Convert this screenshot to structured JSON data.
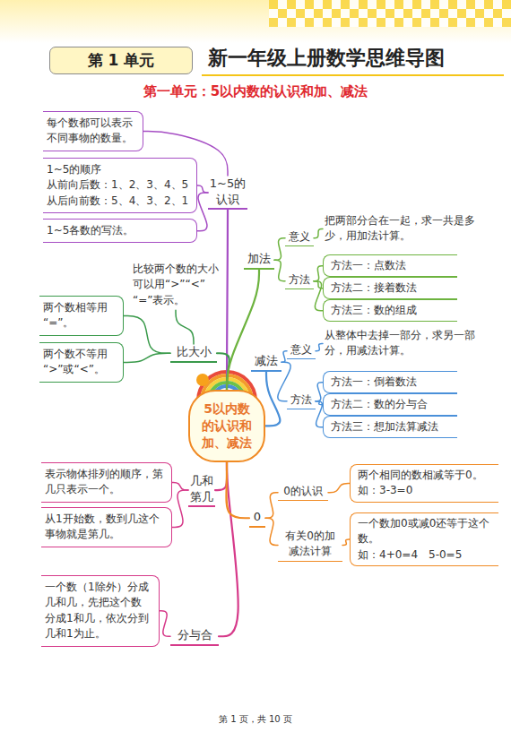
{
  "diagram": {
    "title": "新一年级上册数学思维导图",
    "nodes": [
      {
        "text": [
          "5以内数的认识和加、减法"
        ]
      },
      {
        "text": [
          "1~5的认识"
        ]
      },
      {
        "text": [
          "每个数都可以表示不同事物的数量。"
        ]
      },
      {
        "text": [
          "1~5的顺序",
          "从前向后数：1、2、3、4、5",
          "从后向前数：5、4、3、2、1"
        ]
      },
      {
        "text": [
          "1~5各数的写法。"
        ]
      },
      {
        "text": [
          "比大小"
        ]
      },
      {
        "text": [
          "比较两个数的大小可以用“>”“<”“=”表示。"
        ]
      },
      {
        "text": [
          "两个数相等用“=”。"
        ]
      },
      {
        "text": [
          "两个数不等用“>”或“<”。"
        ]
      },
      {
        "text": [
          "几和第几"
        ]
      },
      {
        "text": [
          "表示物体排列的顺序，第几只表示一个。"
        ]
      },
      {
        "text": [
          "从1开始数，数到几这个事物就是第几。"
        ]
      },
      {
        "text": [
          "分与合"
        ]
      },
      {
        "text": [
          "一个数（1除外）分成几和几，先把这个数分成1和几，依次分到几和1为止。"
        ]
      },
      {
        "text": [
          "加法"
        ]
      },
      {
        "text": [
          "意义"
        ]
      },
      {
        "text": [
          "把两部分合在一起，求一共是多少，用加法计算。"
        ]
      },
      {
        "text": [
          "方法"
        ]
      },
      {
        "text": [
          "方法一：点数法"
        ]
      },
      {
        "text": [
          "方法二：接着数法"
        ]
      },
      {
        "text": [
          "方法三：数的组成"
        ]
      },
      {
        "text": [
          "减法"
        ]
      },
      {
        "text": [
          "意义"
        ]
      },
      {
        "text": [
          "从整体中去掉一部分，求另一部分，用减法计算。"
        ]
      },
      {
        "text": [
          "方法"
        ]
      },
      {
        "text": [
          "方法一：倒着数法"
        ]
      },
      {
        "text": [
          "方法二：数的分与合"
        ]
      },
      {
        "text": [
          "方法三：想加法算减法"
        ]
      },
      {
        "text": [
          "0"
        ]
      },
      {
        "text": [
          "0的认识"
        ]
      },
      {
        "text": [
          "两个相同的数相减等于0。",
          "如：3-3=0"
        ]
      },
      {
        "text": [
          "有关0的加减法计算"
        ]
      },
      {
        "text": [
          "一个数加0或减0还等于这个数。",
          "如：4+0=4　5-0=5"
        ]
      }
    ],
    "edges": [
      {
        "from": 0,
        "to": 1,
        "arrow": "none"
      },
      {
        "from": 1,
        "to": 2,
        "arrow": "none"
      },
      {
        "from": 1,
        "to": 3,
        "arrow": "none"
      },
      {
        "from": 1,
        "to": 4,
        "arrow": "none"
      },
      {
        "from": 0,
        "to": 5,
        "arrow": "none"
      },
      {
        "from": 5,
        "to": 6,
        "arrow": "none"
      },
      {
        "from": 5,
        "to": 7,
        "arrow": "none"
      },
      {
        "from": 5,
        "to": 8,
        "arrow": "none"
      },
      {
        "from": 0,
        "to": 9,
        "arrow": "none"
      },
      {
        "from": 9,
        "to": 10,
        "arrow": "none"
      },
      {
        "from": 9,
        "to": 11,
        "arrow": "none"
      },
      {
        "from": 0,
        "to": 12,
        "arrow": "none"
      },
      {
        "from": 12,
        "to": 13,
        "arrow": "none"
      },
      {
        "from": 0,
        "to": 14,
        "arrow": "none"
      },
      {
        "from": 14,
        "to": 15,
        "arrow": "none"
      },
      {
        "from": 15,
        "to": 16,
        "arrow": "none"
      },
      {
        "from": 14,
        "to": 17,
        "arrow": "none"
      },
      {
        "from": 17,
        "to": 18,
        "arrow": "none"
      },
      {
        "from": 17,
        "to": 19,
        "arrow": "none"
      },
      {
        "from": 17,
        "to": 20,
        "arrow": "none"
      },
      {
        "from": 0,
        "to": 21,
        "arrow": "none"
      },
      {
        "from": 21,
        "to": 22,
        "arrow": "none"
      },
      {
        "from": 22,
        "to": 23,
        "arrow": "none"
      },
      {
        "from": 21,
        "to": 24,
        "arrow": "none"
      },
      {
        "from": 24,
        "to": 25,
        "arrow": "none"
      },
      {
        "from": 24,
        "to": 26,
        "arrow": "none"
      },
      {
        "from": 24,
        "to": 27,
        "arrow": "none"
      },
      {
        "from": 0,
        "to": 28,
        "arrow": "none"
      },
      {
        "from": 28,
        "to": 29,
        "arrow": "none"
      },
      {
        "from": 29,
        "to": 30,
        "arrow": "none"
      },
      {
        "from": 28,
        "to": 31,
        "arrow": "none"
      },
      {
        "from": 31,
        "to": 32,
        "arrow": "none"
      }
    ],
    "labels": [
      "第 1 单元",
      "第一单元：5以内数的认识和加、减法",
      "第 1 页，共 10 页"
    ]
  }
}
